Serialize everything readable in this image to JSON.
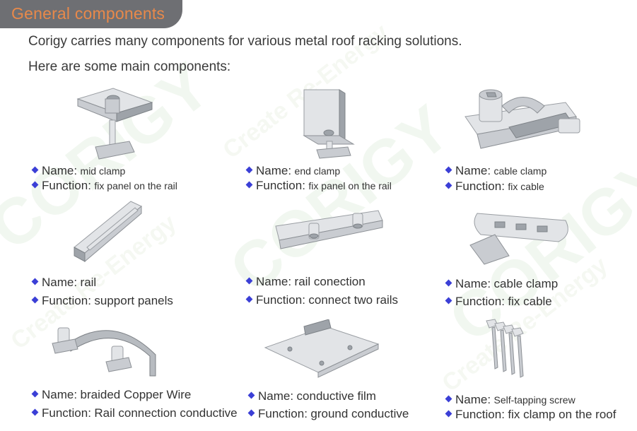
{
  "header": {
    "title": "General components"
  },
  "intro": {
    "line1": "Corigy carries many components for various metal roof racking solutions.",
    "line2": "Here are some main components:"
  },
  "labels": {
    "name": "Name:",
    "function": "Function:"
  },
  "items": [
    {
      "name": "mid clamp",
      "function": "fix panel on the rail",
      "icon": "mid-clamp-icon"
    },
    {
      "name": "end clamp",
      "function": "fix panel on the rail",
      "icon": "end-clamp-icon"
    },
    {
      "name": "cable clamp",
      "function": "fix cable",
      "icon": "cable-clamp-icon"
    },
    {
      "name": "rail",
      "function": "support panels",
      "icon": "rail-icon"
    },
    {
      "name": "rail conection",
      "function": "connect two rails",
      "icon": "rail-connection-icon"
    },
    {
      "name": "cable clamp",
      "function": "fix cable",
      "icon": "cable-clip-icon"
    },
    {
      "name": "braided Copper Wire",
      "function": "Rail connection conductive",
      "icon": "braided-copper-wire-icon"
    },
    {
      "name": "conductive film",
      "function": "ground conductive",
      "icon": "conductive-film-icon"
    },
    {
      "name": "Self-tapping screw",
      "function": "fix clamp on the roof",
      "icon": "self-tapping-screw-icon"
    }
  ],
  "watermark": {
    "brand": "CORIGY",
    "slogan": "Create Re-Energy"
  },
  "colors": {
    "header_bg": "#6e6f73",
    "header_text": "#e8894a",
    "bullet": "#3b3fd6",
    "watermark": "#e7f1e4"
  }
}
